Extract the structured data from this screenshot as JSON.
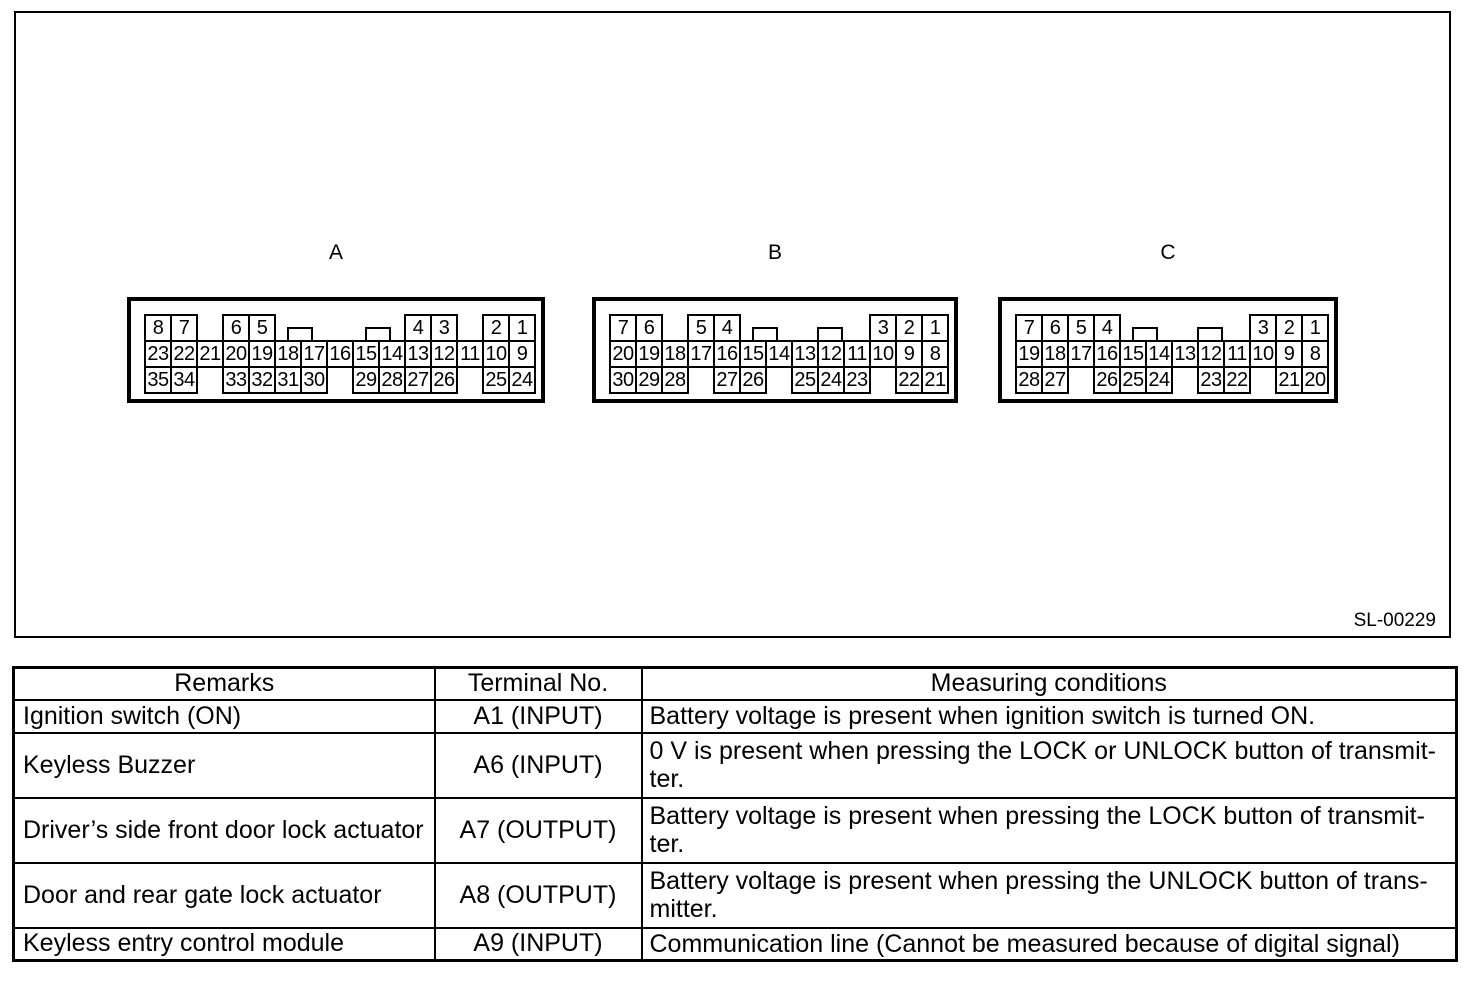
{
  "figure": {
    "code": "SL-00229",
    "connectors": [
      {
        "label": "A",
        "cols": 15,
        "tabs": [
          6,
          9
        ],
        "pins": {
          "top": [
            [
              "8",
              0
            ],
            [
              "7",
              1
            ],
            [
              "6",
              3
            ],
            [
              "5",
              4
            ],
            [
              "4",
              10
            ],
            [
              "3",
              11
            ],
            [
              "2",
              13
            ],
            [
              "1",
              14
            ]
          ],
          "middle": [
            [
              "23",
              0
            ],
            [
              "22",
              1
            ],
            [
              "21",
              2
            ],
            [
              "20",
              3
            ],
            [
              "19",
              4
            ],
            [
              "18",
              5
            ],
            [
              "17",
              6
            ],
            [
              "16",
              7
            ],
            [
              "15",
              8
            ],
            [
              "14",
              9
            ],
            [
              "13",
              10
            ],
            [
              "12",
              11
            ],
            [
              "11",
              12
            ],
            [
              "10",
              13
            ],
            [
              "9",
              14
            ]
          ],
          "bottom": [
            [
              "35",
              0
            ],
            [
              "34",
              1
            ],
            [
              "33",
              3
            ],
            [
              "32",
              4
            ],
            [
              "31",
              5
            ],
            [
              "30",
              6
            ],
            [
              "29",
              8
            ],
            [
              "28",
              9
            ],
            [
              "27",
              10
            ],
            [
              "26",
              11
            ],
            [
              "25",
              13
            ],
            [
              "24",
              14
            ]
          ]
        }
      },
      {
        "label": "B",
        "cols": 13,
        "tabs": [
          6,
          8.5
        ],
        "pins": {
          "top": [
            [
              "7",
              0
            ],
            [
              "6",
              1
            ],
            [
              "5",
              3
            ],
            [
              "4",
              4
            ],
            [
              "3",
              10
            ],
            [
              "2",
              11
            ],
            [
              "1",
              12
            ]
          ],
          "middle": [
            [
              "20",
              0
            ],
            [
              "19",
              1
            ],
            [
              "18",
              2
            ],
            [
              "17",
              3
            ],
            [
              "16",
              4
            ],
            [
              "15",
              5
            ],
            [
              "14",
              6
            ],
            [
              "13",
              7
            ],
            [
              "12",
              8
            ],
            [
              "11",
              9
            ],
            [
              "10",
              10
            ],
            [
              "9",
              11
            ],
            [
              "8",
              12
            ]
          ],
          "bottom": [
            [
              "30",
              0
            ],
            [
              "29",
              1
            ],
            [
              "28",
              2
            ],
            [
              "27",
              4
            ],
            [
              "26",
              5
            ],
            [
              "25",
              7
            ],
            [
              "24",
              8
            ],
            [
              "23",
              9
            ],
            [
              "22",
              11
            ],
            [
              "21",
              12
            ]
          ]
        }
      },
      {
        "label": "C",
        "cols": 12,
        "tabs": [
          5,
          7.5
        ],
        "pins": {
          "top": [
            [
              "7",
              0
            ],
            [
              "6",
              1
            ],
            [
              "5",
              2
            ],
            [
              "4",
              3
            ],
            [
              "3",
              9
            ],
            [
              "2",
              10
            ],
            [
              "1",
              11
            ]
          ],
          "middle": [
            [
              "19",
              0
            ],
            [
              "18",
              1
            ],
            [
              "17",
              2
            ],
            [
              "16",
              3
            ],
            [
              "15",
              4
            ],
            [
              "14",
              5
            ],
            [
              "13",
              6
            ],
            [
              "12",
              7
            ],
            [
              "11",
              8
            ],
            [
              "10",
              9
            ],
            [
              "9",
              10
            ],
            [
              "8",
              11
            ]
          ],
          "bottom": [
            [
              "28",
              0
            ],
            [
              "27",
              1
            ],
            [
              "26",
              3
            ],
            [
              "25",
              4
            ],
            [
              "24",
              5
            ],
            [
              "23",
              7
            ],
            [
              "22",
              8
            ],
            [
              "21",
              10
            ],
            [
              "20",
              11
            ]
          ]
        }
      }
    ]
  },
  "table": {
    "headers": [
      "Remarks",
      "Terminal No.",
      "Measuring conditions"
    ],
    "rows": [
      {
        "remark": "Ignition switch (ON)",
        "terminal": "A1 (INPUT)",
        "conditions": [
          "Battery voltage is present when ignition switch is turned ON."
        ]
      },
      {
        "remark": "Keyless Buzzer",
        "terminal": "A6 (INPUT)",
        "conditions": [
          "0 V is present when pressing the LOCK or UNLOCK button of transmit-",
          "ter."
        ]
      },
      {
        "remark": "Driver’s side front door lock actuator",
        "terminal": "A7 (OUTPUT)",
        "conditions": [
          "Battery voltage is present when pressing the LOCK button of transmit-",
          "ter."
        ]
      },
      {
        "remark": "Door and rear gate lock actuator",
        "terminal": "A8 (OUTPUT)",
        "conditions": [
          "Battery voltage is present when pressing the UNLOCK button of trans-",
          "mitter."
        ]
      },
      {
        "remark": "Keyless entry control module",
        "terminal": "A9 (INPUT)",
        "conditions": [
          "Communication line (Cannot be measured because of digital signal)"
        ]
      }
    ]
  }
}
